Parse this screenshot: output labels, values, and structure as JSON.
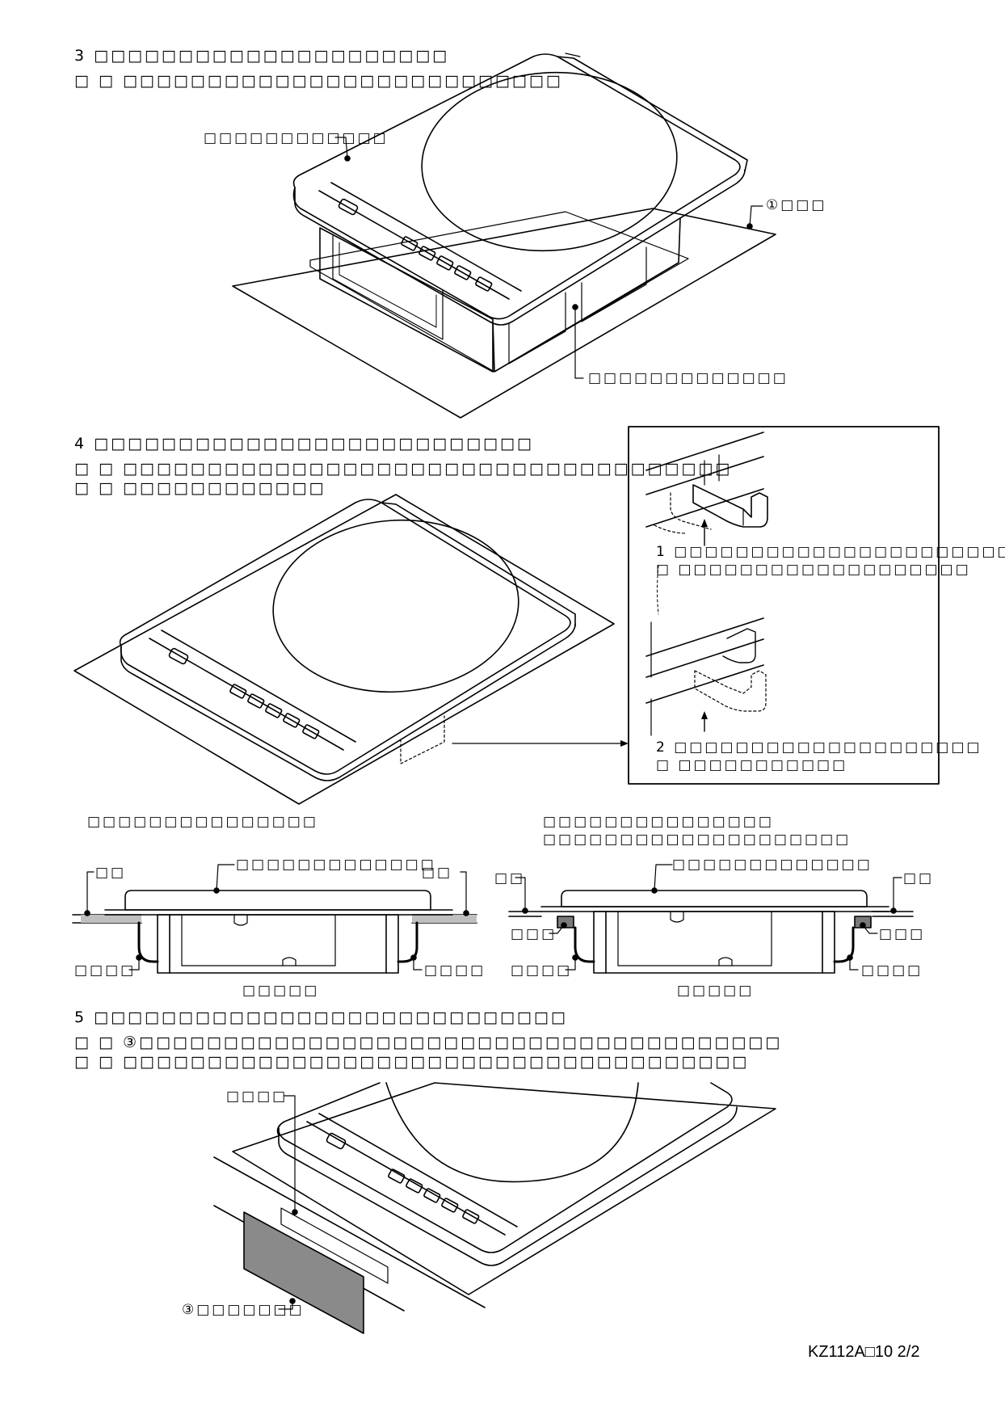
{
  "step3": {
    "title": "3 □□□□□□□□□□□□□□□□□□□□□",
    "note1": "□ □ □□□□□□□□□□□□□□□□□□□□□□□□□□",
    "label_top": "□□□□□□□□□□□□ ",
    "label_packing": "①□□□",
    "label_bottom": "□□□□□□□□□□□□□"
  },
  "step4": {
    "title": "4 □□□□□□□□□□□□□□□□□□□□□□□□□□",
    "note1": "□ □ □□□□□□□□□□□□□□□□□□□□□□□□□□□□□□□□□□□□",
    "note2": "□ □ □□□□□□□□□□□□",
    "detail1_line1": "1 □□□□□□□□□□□□□□□□□□□□□□□",
    "detail1_line2": "□ □□□□□□□□□□□□□□□□□□□",
    "detail2_line1": "2 □□□□□□□□□□□□□□□□□□□□",
    "detail2_line2": "□ □□□□□□□□□□□"
  },
  "section_left": {
    "caption": "□□□□□□□□□□□□□□□",
    "top_label": "□□□□□□□□□□□□□",
    "side_left": "□□",
    "side_right": "□□",
    "bracket_left": "□□□□",
    "bracket_right": "□□□□",
    "bottom": "□□□□□"
  },
  "section_right": {
    "caption1": "□□□□□□□□□□□□□□□",
    "caption2": "□□□□□□□□□□□□□□□□□□□□",
    "top_label": "□□□□□□□□□□□□□",
    "side_left": "□□",
    "side_right": "□□",
    "spacer_left": "□□□",
    "spacer_right": "□□□",
    "bracket_left": "□□□□",
    "bracket_right": "□□□□",
    "bottom": "□□□□□"
  },
  "step5": {
    "title": "5 □□□□□□□□□□□□□□□□□□□□□□□□□□□□",
    "note1": "□ □ ③□□□□□□□□□□□□□□□□□□□□□□□□□□□□□□□□□□□□□□",
    "note2": "□ □ □□□□□□□□□□□□□□□□□□□□□□□□□□□□□□□□□□□□□",
    "label_top": "□□□□",
    "label_panel": "③□□□□□□□"
  },
  "footer": {
    "code": "KZ112A□10  2/2"
  }
}
